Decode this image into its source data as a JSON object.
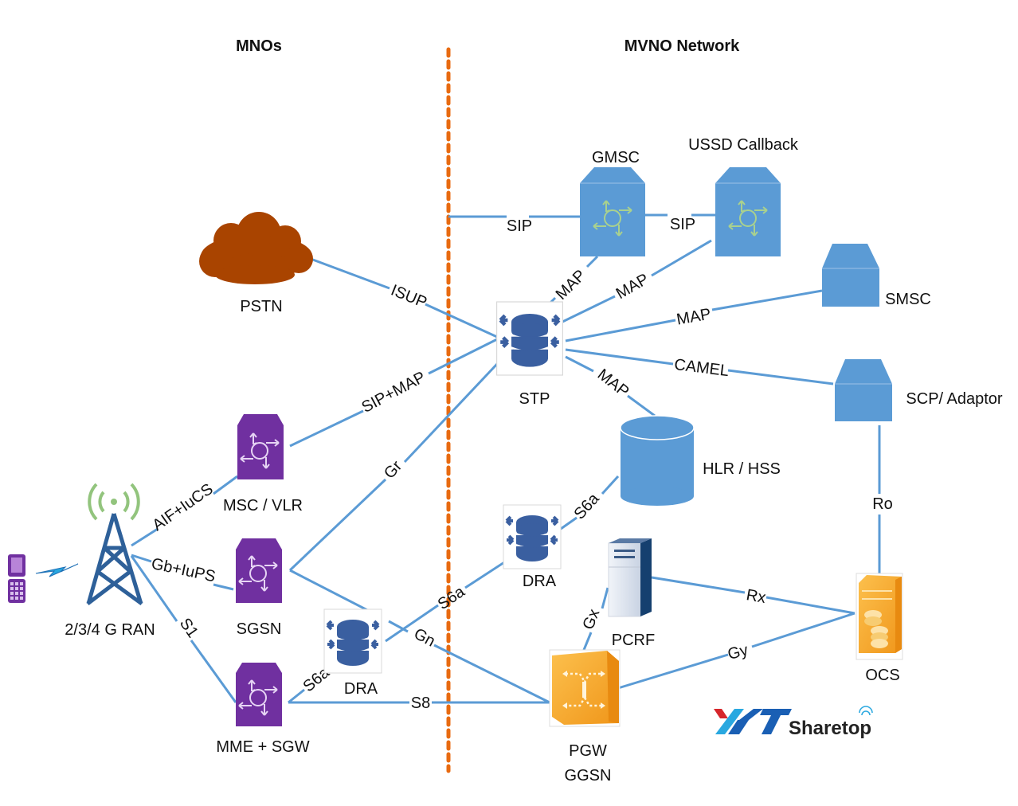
{
  "headers": {
    "left": "MNOs",
    "right": "MVNO Network"
  },
  "colors": {
    "link": "#5b9bd5",
    "divider": "#e86a10",
    "mno_node": "#7030a0",
    "mvno_box": "#5b9bd5",
    "pstn": "#a94400",
    "router_db": "#3a5fa0",
    "gateway": "#f5a623",
    "tower": "#2e6099",
    "signal": "#92c47d"
  },
  "nodes": {
    "handset": {
      "label": "",
      "icon": "mobile-phone-icon"
    },
    "ran": {
      "label": "2/3/4 G RAN",
      "icon": "cell-tower-icon"
    },
    "pstn": {
      "label": "PSTN",
      "icon": "cloud-icon"
    },
    "msc_vlr": {
      "label": "MSC / VLR",
      "icon": "switch-icon"
    },
    "sgsn": {
      "label": "SGSN",
      "icon": "switch-icon"
    },
    "mme_sgw": {
      "label": "MME + SGW",
      "icon": "switch-icon"
    },
    "dra_left": {
      "label": "DRA",
      "icon": "router-database-icon"
    },
    "stp": {
      "label": "STP",
      "icon": "router-database-icon"
    },
    "gmsc": {
      "label": "GMSC",
      "icon": "switch-icon"
    },
    "ussd": {
      "label": "USSD Callback",
      "icon": "switch-icon"
    },
    "smsc": {
      "label": "SMSC",
      "icon": "server-box-icon"
    },
    "scp": {
      "label": "SCP/ Adaptor",
      "icon": "server-box-icon"
    },
    "hlr_hss": {
      "label": "HLR / HSS",
      "icon": "database-icon"
    },
    "dra_right": {
      "label": "DRA",
      "icon": "router-database-icon"
    },
    "pcrf": {
      "label": "PCRF",
      "icon": "server-tower-icon"
    },
    "pgw": {
      "label_line1": "PGW",
      "label_line2": "GGSN",
      "icon": "gateway-icon"
    },
    "ocs": {
      "label": "OCS",
      "icon": "billing-server-icon"
    }
  },
  "links": {
    "aif_iucs": "AIF+IuCS",
    "gb_iups": "Gb+IuPS",
    "s1": "S1",
    "isup": "ISUP",
    "sip_map": "SIP+MAP",
    "gr": "Gr",
    "gn": "Gn",
    "s6a_left": "S6a",
    "s6a_mid": "S6a",
    "s6a_right": "S6a",
    "s8": "S8",
    "sip_gmsc": "SIP",
    "sip_ussd": "SIP",
    "map_gmsc": "MAP",
    "map_ussd": "MAP",
    "map_smsc": "MAP",
    "camel": "CAMEL",
    "map_hlr": "MAP",
    "ro": "Ro",
    "gx": "Gx",
    "rx": "Rx",
    "gy": "Gy"
  },
  "logo": {
    "mark": "XYT",
    "text": "Sharetop"
  }
}
